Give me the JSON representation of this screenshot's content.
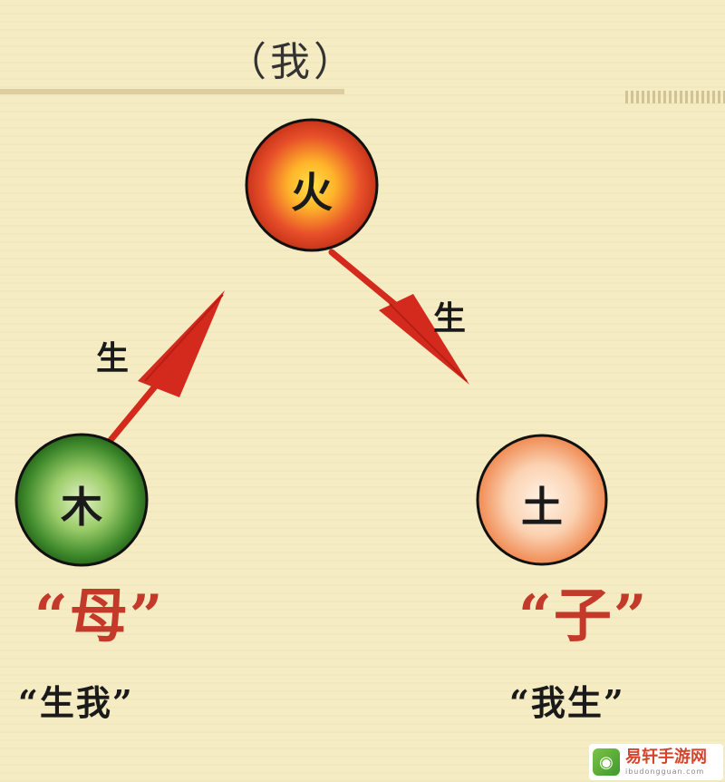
{
  "header": {
    "title": "（我）"
  },
  "nodes": {
    "fire": {
      "label": "火",
      "role": "",
      "description": ""
    },
    "wood": {
      "label": "木",
      "role": "“母”",
      "description": "“生我”"
    },
    "earth": {
      "label": "土",
      "role": "“子”",
      "description": "“我生”"
    }
  },
  "edges": {
    "wood_to_fire": {
      "label": "生"
    },
    "fire_to_earth": {
      "label": "生"
    }
  },
  "colors": {
    "background": "#f6ecc4",
    "arrow": "#d42a1e",
    "role_text": "#c43a2a",
    "fire_core": "#ffd23a",
    "fire_edge": "#d8401c",
    "wood_core": "#c9e6a2",
    "wood_edge": "#2f7a24",
    "earth_core": "#fde7d4",
    "earth_edge": "#f0905a"
  },
  "watermark": {
    "title": "易轩手游网",
    "subtitle": "ibudongguan.com",
    "logo_icon": "gamepad-icon"
  }
}
